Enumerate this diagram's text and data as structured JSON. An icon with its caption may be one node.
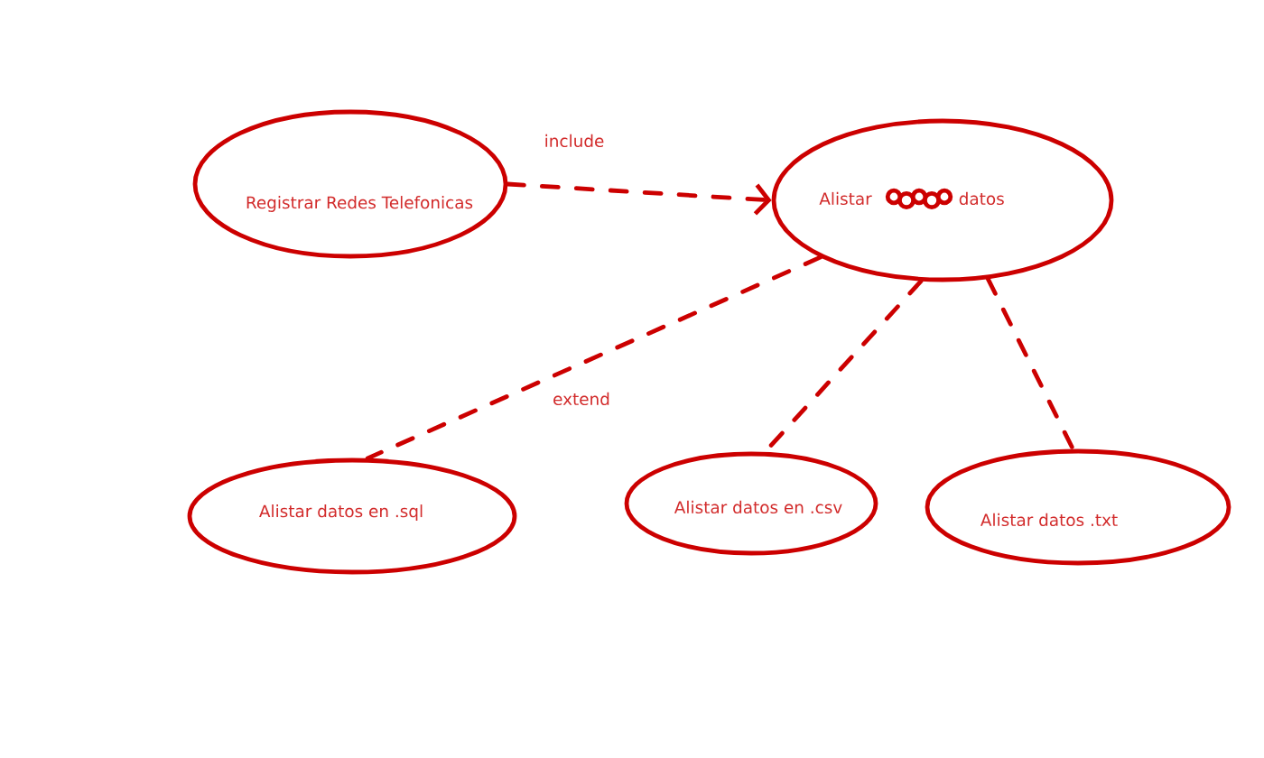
{
  "diagram": {
    "nodes": [
      {
        "text": [
          "Registrar Redes Telefonicas"
        ]
      },
      {
        "text": [
          "Alistar",
          "datos"
        ]
      },
      {
        "text": [
          "Alistar datos en .sql"
        ]
      },
      {
        "text": [
          "Alistar datos en .csv"
        ]
      },
      {
        "text": [
          "Alistar datos .txt"
        ]
      }
    ],
    "edges": [
      {
        "from": 0,
        "to": 1,
        "arrow": "to",
        "style": "dashed",
        "label": "include"
      },
      {
        "from": 1,
        "to": 2,
        "arrow": "none",
        "style": "dashed",
        "label": "extend"
      },
      {
        "from": 1,
        "to": 3,
        "arrow": "none",
        "style": "dashed"
      },
      {
        "from": 1,
        "to": 4,
        "arrow": "none",
        "style": "dashed"
      }
    ]
  }
}
